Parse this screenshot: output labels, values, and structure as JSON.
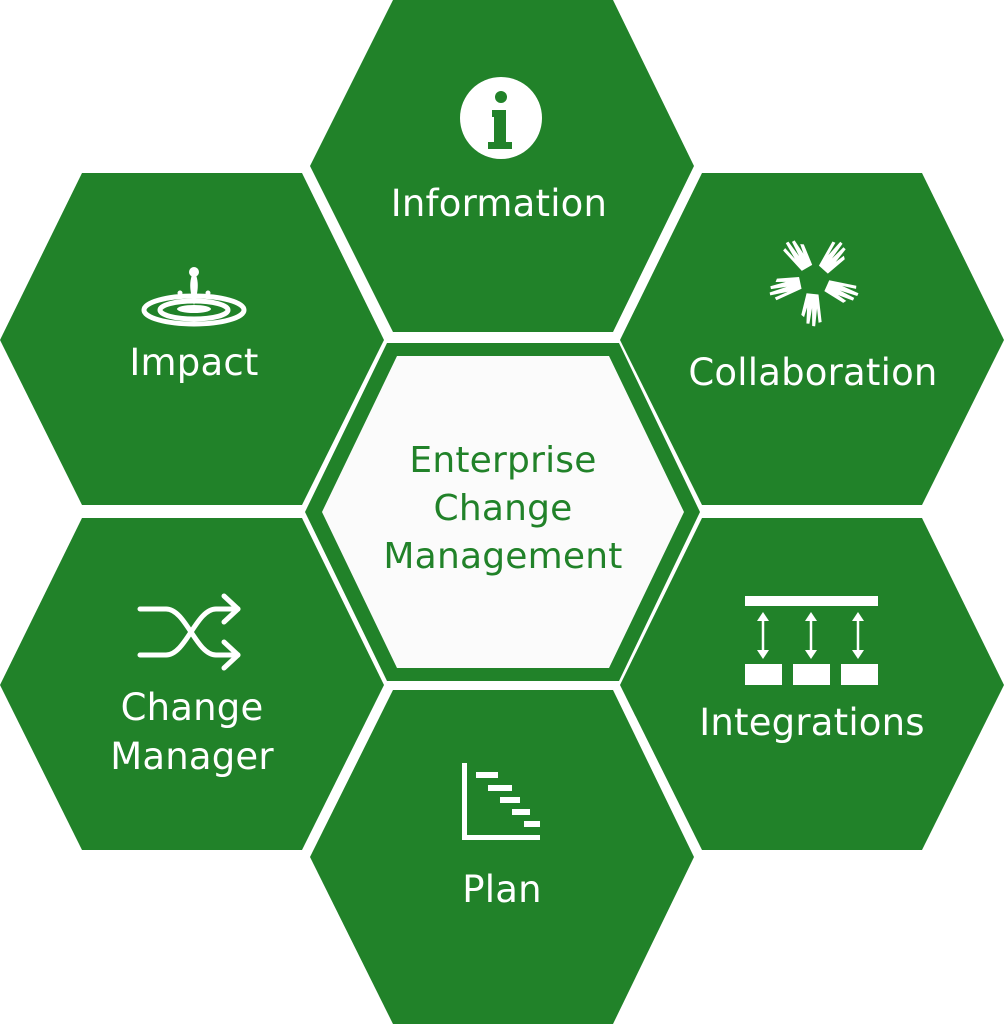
{
  "diagram": {
    "colors": {
      "hex_fill": "#218229",
      "center_fill": "#fbfbfb",
      "center_text": "#218229",
      "icon": "#ffffff"
    },
    "center": {
      "lines": [
        "Enterprise",
        "Change",
        "Management"
      ]
    },
    "segments": [
      {
        "id": "information",
        "icon": "info-icon",
        "lines": [
          "Information"
        ]
      },
      {
        "id": "collaboration",
        "icon": "hands-collaboration-icon",
        "lines": [
          "Collaboration"
        ]
      },
      {
        "id": "integrations",
        "icon": "integrations-icon",
        "lines": [
          "Integrations"
        ]
      },
      {
        "id": "plan",
        "icon": "gantt-chart-icon",
        "lines": [
          "Plan"
        ]
      },
      {
        "id": "change-manager",
        "icon": "shuffle-arrows-icon",
        "lines": [
          "Change",
          "Manager"
        ]
      },
      {
        "id": "impact",
        "icon": "water-ripple-icon",
        "lines": [
          "Impact"
        ]
      }
    ]
  }
}
